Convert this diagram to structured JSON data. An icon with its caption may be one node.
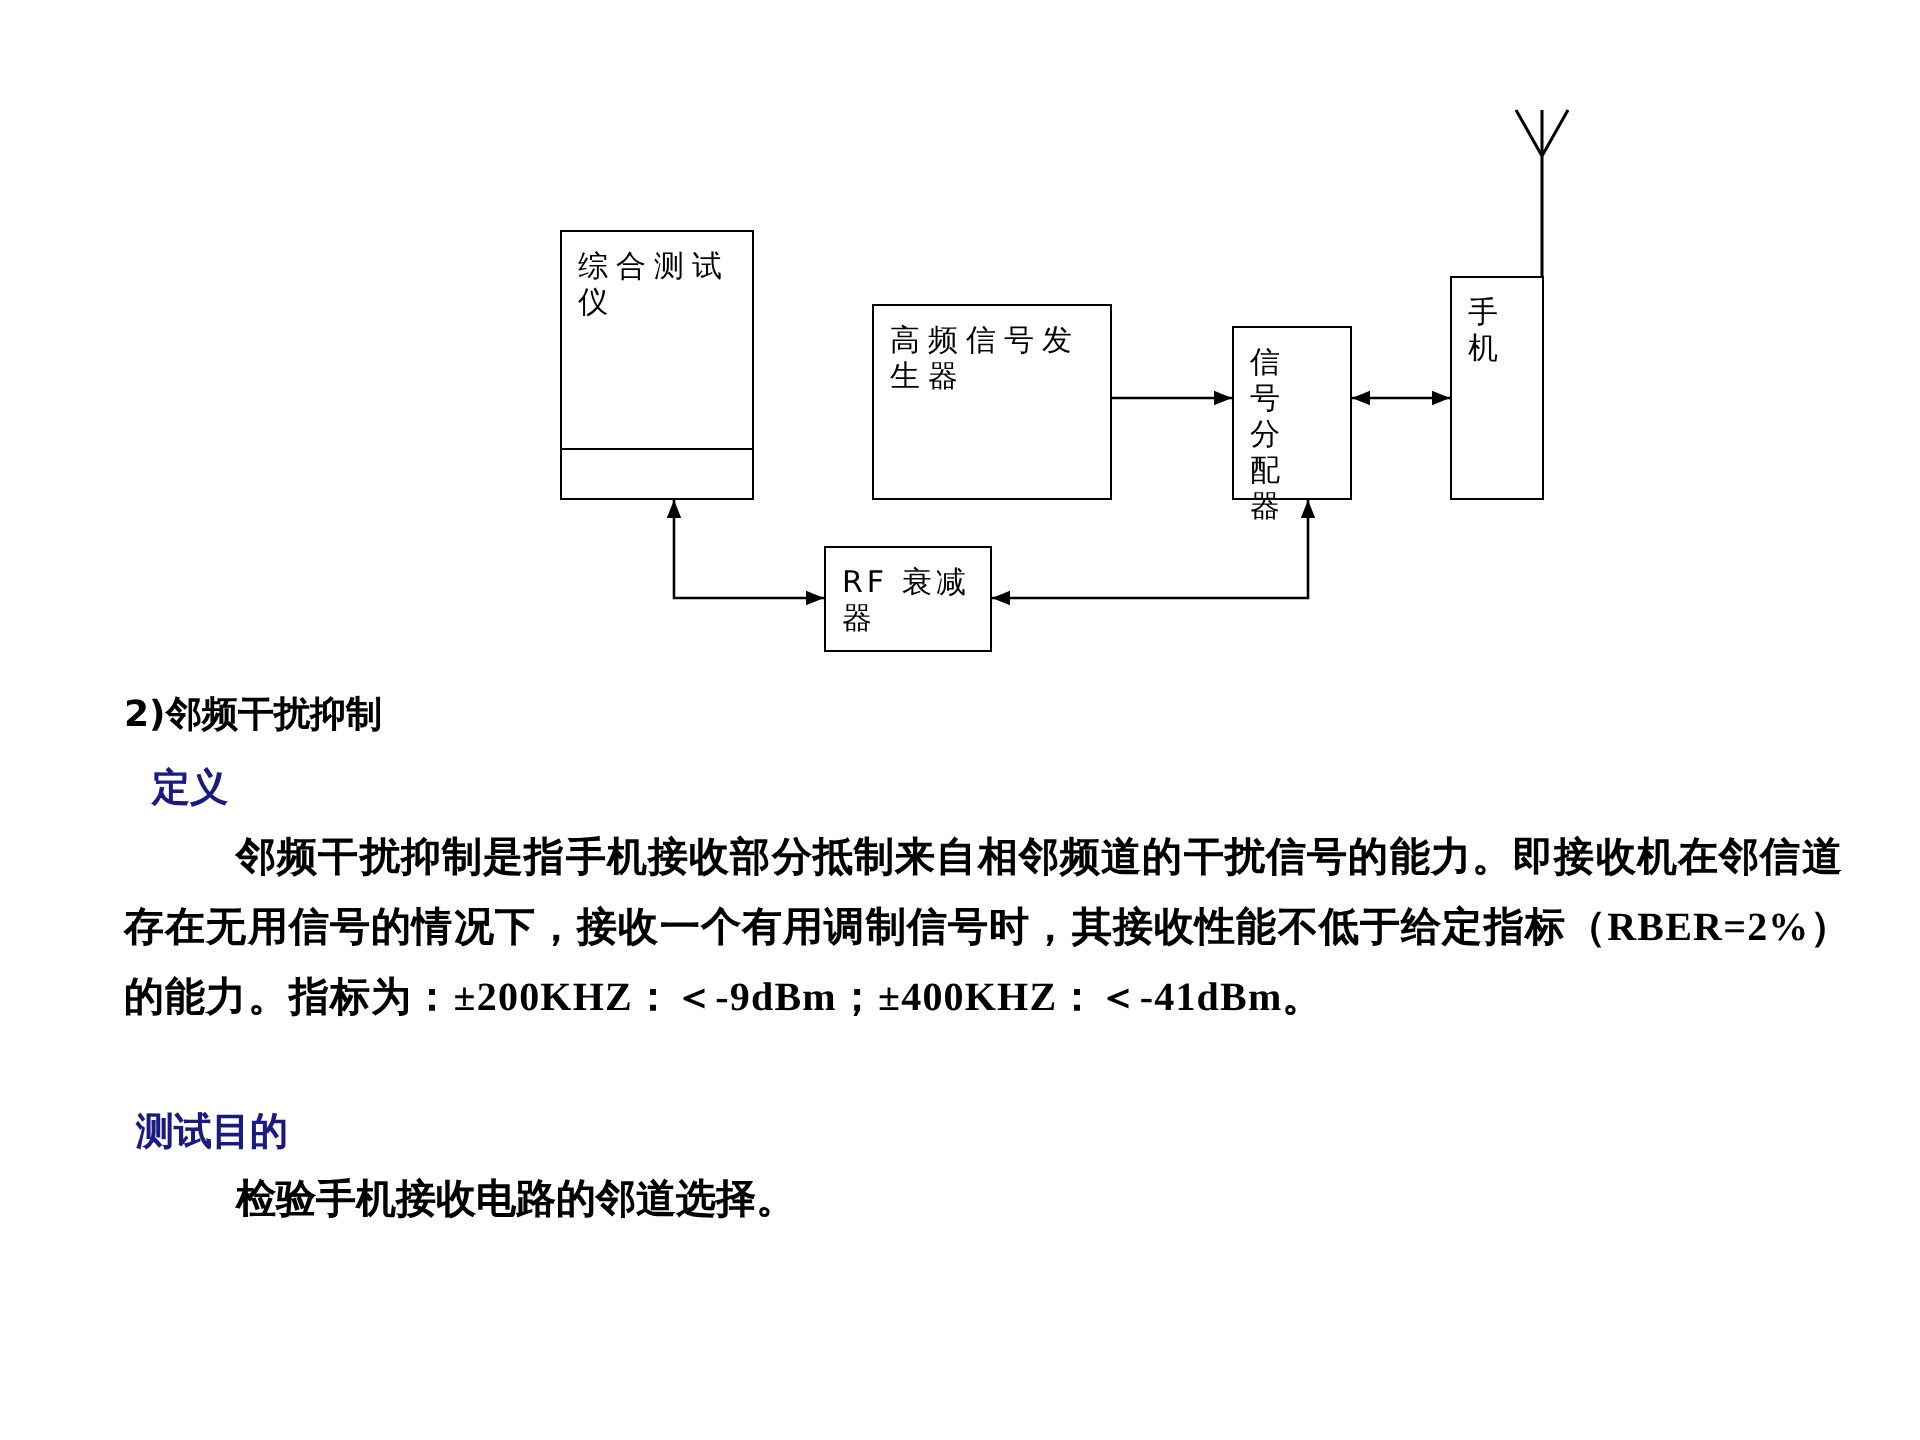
{
  "diagram": {
    "nodes": [
      {
        "text": [
          "综合测试仪"
        ]
      },
      {
        "text": [
          "高频信号发生器"
        ]
      },
      {
        "text": [
          "信号分配器"
        ]
      },
      {
        "text": [
          "手机"
        ]
      },
      {
        "text": [
          "RF 衰减器"
        ]
      }
    ],
    "edges": [
      {
        "from": 1,
        "to": 2,
        "arrow": "to"
      },
      {
        "from": 2,
        "to": 3,
        "arrow": "both"
      },
      {
        "from": 0,
        "to": 4,
        "arrow": "both"
      },
      {
        "from": 4,
        "to": 2,
        "arrow": "both"
      }
    ],
    "labels": [
      "2)邻频干扰抑制",
      "定义",
      "邻频干扰抑制是指手机接收部分抵制来自相邻频道的干扰信号的能力。即接收机在邻信道存在无用信号的情况下，接收一个有用调制信号时，其接收性能不低于给定指标（RBER=2%）的能力。指标为：±200KHZ：＜-9dBm；±400KHZ：＜-41dBm。",
      "测试目的",
      "检验手机接收电路的邻道选择。"
    ]
  }
}
